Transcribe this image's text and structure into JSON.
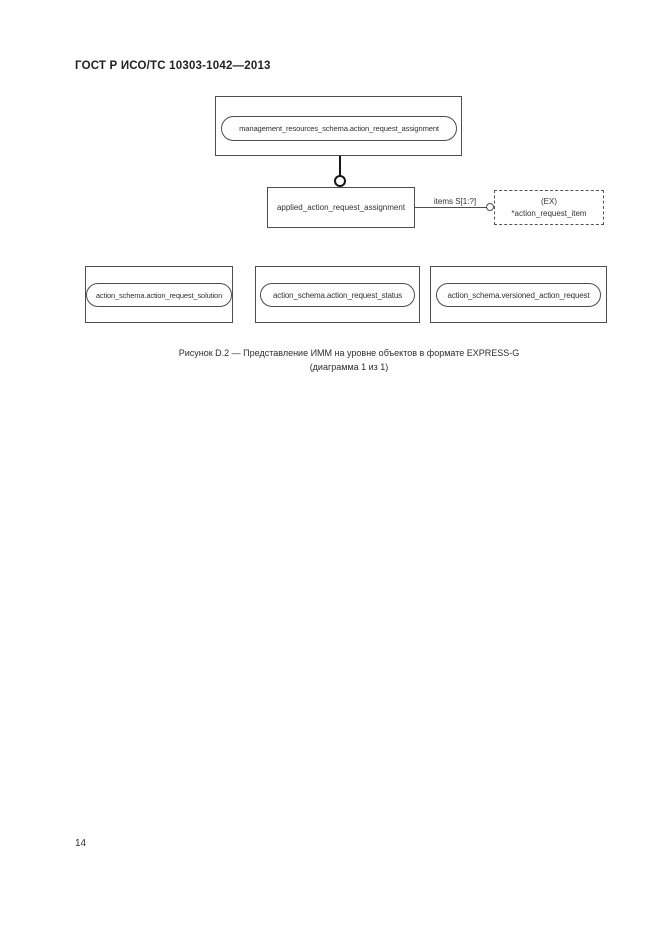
{
  "page": {
    "header": "ГОСТ Р ИСО/ТС 10303-1042—2013",
    "page_number": "14"
  },
  "diagram": {
    "top_entity": {
      "label": "management_resources_schema.action_request_assignment"
    },
    "applied_entity": {
      "label": "applied_action_request_assignment"
    },
    "relation": {
      "label": "items S[1:?]"
    },
    "external_ref": {
      "line1": "(EX)",
      "line2": "*action_request_item"
    },
    "bottom_entities": [
      {
        "label": "action_schema.action_request_solution"
      },
      {
        "label": "action_schema.action_request_status"
      },
      {
        "label": "action_schema.versioned_action_request"
      }
    ]
  },
  "caption": {
    "line1": "Рисунок D.2 — Представление ИММ на уровне объектов в формате EXPRESS-G",
    "line2": "(диаграмма 1 из 1)"
  }
}
